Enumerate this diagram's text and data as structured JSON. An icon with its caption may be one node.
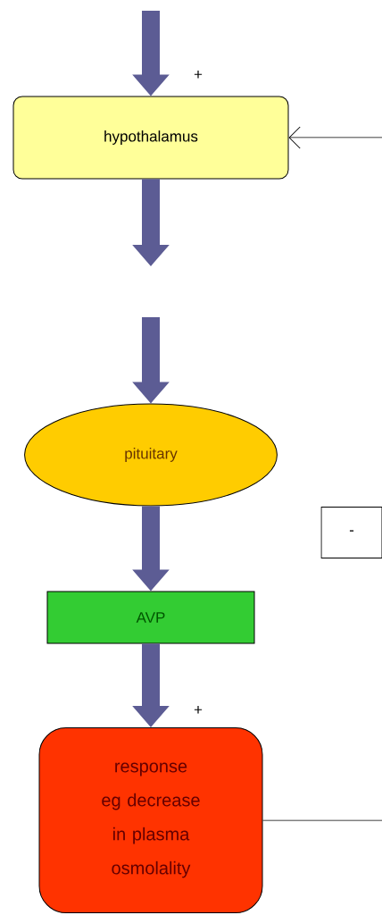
{
  "diagram": {
    "nodes": [
      {
        "text": [
          "hypothalamus"
        ]
      },
      {
        "text": [
          "pituitary"
        ]
      },
      {
        "text": [
          "AVP"
        ]
      },
      {
        "text": [
          "response eg decrease in plasma osmolality"
        ]
      },
      {
        "text": [
          "-"
        ]
      }
    ],
    "edges": [
      {
        "from": null,
        "to": 0,
        "arrow": "to",
        "label": "+"
      },
      {
        "from": 0,
        "to": null,
        "arrow": "to"
      },
      {
        "from": null,
        "to": 1,
        "arrow": "to"
      },
      {
        "from": 1,
        "to": 2,
        "arrow": "to"
      },
      {
        "from": 2,
        "to": 3,
        "arrow": "to",
        "label": "+"
      },
      {
        "from": 3,
        "to": null,
        "arrow": "none",
        "color": "#000000"
      },
      {
        "from": null,
        "to": 0,
        "arrow": "to",
        "color": "#000000"
      }
    ]
  }
}
